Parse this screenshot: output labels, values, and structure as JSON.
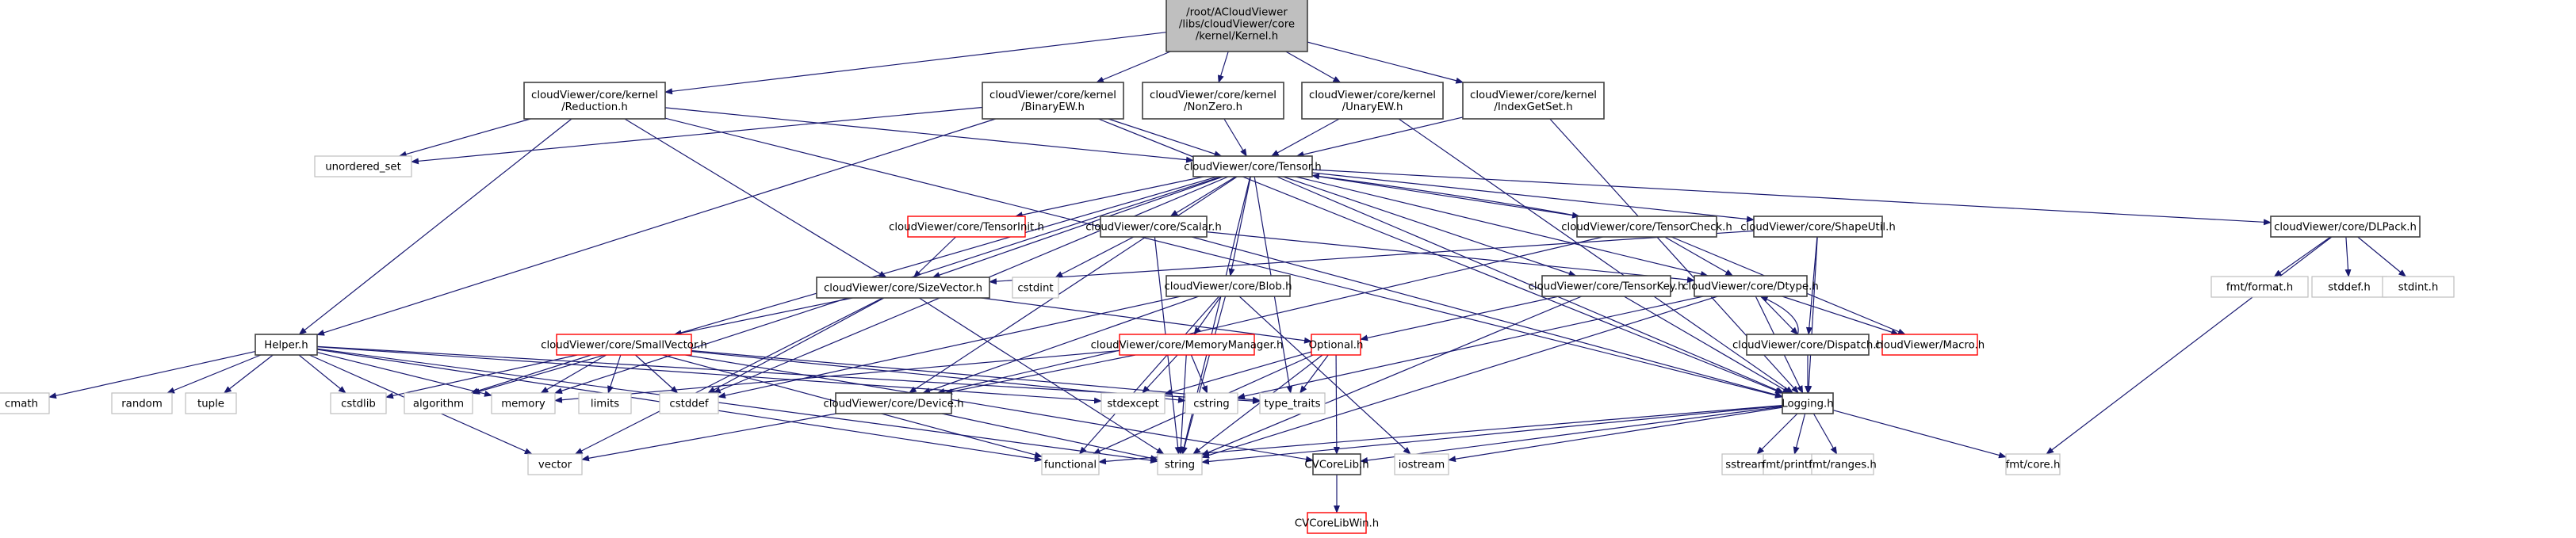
{
  "diagram": {
    "title": "Include dependency graph for Kernel.h",
    "colors": {
      "edge": "#191970",
      "root_fill": "#bfbfbf",
      "node_border": "#404040",
      "external_border": "#bfbfbf",
      "missing_border": "#ff0000",
      "node_fill": "#ffffff"
    },
    "nodes": [
      {
        "id": "kernel",
        "lines": [
          "/root/ACloudViewer",
          "/libs/cloudViewer/core",
          "/kernel/Kernel.h"
        ],
        "kind": "root"
      },
      {
        "id": "reduction",
        "lines": [
          "cloudViewer/core/kernel",
          "/Reduction.h"
        ],
        "kind": "internal"
      },
      {
        "id": "binaryew",
        "lines": [
          "cloudViewer/core/kernel",
          "/BinaryEW.h"
        ],
        "kind": "internal"
      },
      {
        "id": "nonzero",
        "lines": [
          "cloudViewer/core/kernel",
          "/NonZero.h"
        ],
        "kind": "internal"
      },
      {
        "id": "unaryew",
        "lines": [
          "cloudViewer/core/kernel",
          "/UnaryEW.h"
        ],
        "kind": "internal"
      },
      {
        "id": "indexgetset",
        "lines": [
          "cloudViewer/core/kernel",
          "/IndexGetSet.h"
        ],
        "kind": "internal"
      },
      {
        "id": "unordered_set",
        "lines": [
          "unordered_set"
        ],
        "kind": "external"
      },
      {
        "id": "tensor",
        "lines": [
          "cloudViewer/core/Tensor.h"
        ],
        "kind": "internal"
      },
      {
        "id": "tensorinit",
        "lines": [
          "cloudViewer/core/TensorInit.h"
        ],
        "kind": "missing"
      },
      {
        "id": "scalar",
        "lines": [
          "cloudViewer/core/Scalar.h"
        ],
        "kind": "internal"
      },
      {
        "id": "tensorcheck",
        "lines": [
          "cloudViewer/core/TensorCheck.h"
        ],
        "kind": "internal"
      },
      {
        "id": "shapeutil",
        "lines": [
          "cloudViewer/core/ShapeUtil.h"
        ],
        "kind": "internal"
      },
      {
        "id": "dlpack",
        "lines": [
          "cloudViewer/core/DLPack.h"
        ],
        "kind": "internal"
      },
      {
        "id": "sizevector",
        "lines": [
          "cloudViewer/core/SizeVector.h"
        ],
        "kind": "internal"
      },
      {
        "id": "cstdint",
        "lines": [
          "cstdint"
        ],
        "kind": "external"
      },
      {
        "id": "blob",
        "lines": [
          "cloudViewer/core/Blob.h"
        ],
        "kind": "internal"
      },
      {
        "id": "tensorkey",
        "lines": [
          "cloudViewer/core/TensorKey.h"
        ],
        "kind": "internal"
      },
      {
        "id": "dtype",
        "lines": [
          "cloudViewer/core/Dtype.h"
        ],
        "kind": "internal"
      },
      {
        "id": "fmt_format",
        "lines": [
          "fmt/format.h"
        ],
        "kind": "external"
      },
      {
        "id": "stddef_h",
        "lines": [
          "stddef.h"
        ],
        "kind": "external"
      },
      {
        "id": "stdint_h",
        "lines": [
          "stdint.h"
        ],
        "kind": "external"
      },
      {
        "id": "helper",
        "lines": [
          "Helper.h"
        ],
        "kind": "internal"
      },
      {
        "id": "smallvector",
        "lines": [
          "cloudViewer/core/SmallVector.h"
        ],
        "kind": "missing"
      },
      {
        "id": "memorymanager",
        "lines": [
          "cloudViewer/core/MemoryManager.h"
        ],
        "kind": "missing"
      },
      {
        "id": "optional",
        "lines": [
          "Optional.h"
        ],
        "kind": "missing"
      },
      {
        "id": "dispatch",
        "lines": [
          "cloudViewer/core/Dispatch.h"
        ],
        "kind": "internal"
      },
      {
        "id": "macro",
        "lines": [
          "cloudViewer/Macro.h"
        ],
        "kind": "missing"
      },
      {
        "id": "cmath",
        "lines": [
          "cmath"
        ],
        "kind": "external"
      },
      {
        "id": "random",
        "lines": [
          "random"
        ],
        "kind": "external"
      },
      {
        "id": "tuple",
        "lines": [
          "tuple"
        ],
        "kind": "external"
      },
      {
        "id": "cstdlib",
        "lines": [
          "cstdlib"
        ],
        "kind": "external"
      },
      {
        "id": "algorithm",
        "lines": [
          "algorithm"
        ],
        "kind": "external"
      },
      {
        "id": "memory",
        "lines": [
          "memory"
        ],
        "kind": "external"
      },
      {
        "id": "limits",
        "lines": [
          "limits"
        ],
        "kind": "external"
      },
      {
        "id": "cstddef",
        "lines": [
          "cstddef"
        ],
        "kind": "external"
      },
      {
        "id": "device",
        "lines": [
          "cloudViewer/core/Device.h"
        ],
        "kind": "internal"
      },
      {
        "id": "stdexcept",
        "lines": [
          "stdexcept"
        ],
        "kind": "external"
      },
      {
        "id": "cstring",
        "lines": [
          "cstring"
        ],
        "kind": "external"
      },
      {
        "id": "type_traits",
        "lines": [
          "type_traits"
        ],
        "kind": "external"
      },
      {
        "id": "logging",
        "lines": [
          "Logging.h"
        ],
        "kind": "internal"
      },
      {
        "id": "vector",
        "lines": [
          "vector"
        ],
        "kind": "external"
      },
      {
        "id": "functional",
        "lines": [
          "functional"
        ],
        "kind": "external"
      },
      {
        "id": "string",
        "lines": [
          "string"
        ],
        "kind": "external"
      },
      {
        "id": "cvcorelib",
        "lines": [
          "CVCoreLib.h"
        ],
        "kind": "internal"
      },
      {
        "id": "iostream",
        "lines": [
          "iostream"
        ],
        "kind": "external"
      },
      {
        "id": "sstream",
        "lines": [
          "sstream"
        ],
        "kind": "external"
      },
      {
        "id": "fmt_printf",
        "lines": [
          "fmt/printf.h"
        ],
        "kind": "external"
      },
      {
        "id": "fmt_ranges",
        "lines": [
          "fmt/ranges.h"
        ],
        "kind": "external"
      },
      {
        "id": "fmt_core",
        "lines": [
          "fmt/core.h"
        ],
        "kind": "external"
      },
      {
        "id": "cvcorelibwin",
        "lines": [
          "CVCoreLibWin.h"
        ],
        "kind": "missing"
      }
    ],
    "edges": [
      [
        "kernel",
        "reduction"
      ],
      [
        "kernel",
        "binaryew"
      ],
      [
        "kernel",
        "nonzero"
      ],
      [
        "kernel",
        "unaryew"
      ],
      [
        "kernel",
        "indexgetset"
      ],
      [
        "reduction",
        "unordered_set"
      ],
      [
        "reduction",
        "tensor"
      ],
      [
        "reduction",
        "helper"
      ],
      [
        "reduction",
        "sizevector"
      ],
      [
        "reduction",
        "logging"
      ],
      [
        "binaryew",
        "unordered_set"
      ],
      [
        "binaryew",
        "tensor"
      ],
      [
        "binaryew",
        "helper"
      ],
      [
        "binaryew",
        "logging"
      ],
      [
        "nonzero",
        "tensor"
      ],
      [
        "unaryew",
        "tensor"
      ],
      [
        "unaryew",
        "logging"
      ],
      [
        "indexgetset",
        "tensor"
      ],
      [
        "indexgetset",
        "logging"
      ],
      [
        "tensor",
        "tensorinit"
      ],
      [
        "tensor",
        "scalar"
      ],
      [
        "tensor",
        "tensorcheck"
      ],
      [
        "tensor",
        "shapeutil"
      ],
      [
        "tensor",
        "dlpack"
      ],
      [
        "tensor",
        "sizevector"
      ],
      [
        "tensor",
        "blob"
      ],
      [
        "tensor",
        "tensorkey"
      ],
      [
        "tensor",
        "dtype"
      ],
      [
        "tensor",
        "device"
      ],
      [
        "tensor",
        "algorithm"
      ],
      [
        "tensor",
        "cstddef"
      ],
      [
        "tensor",
        "memory"
      ],
      [
        "tensor",
        "string"
      ],
      [
        "tensor",
        "type_traits"
      ],
      [
        "tensor",
        "logging"
      ],
      [
        "tensorinit",
        "sizevector"
      ],
      [
        "scalar",
        "cstdint"
      ],
      [
        "scalar",
        "dtype"
      ],
      [
        "scalar",
        "logging"
      ],
      [
        "scalar",
        "string"
      ],
      [
        "tensorcheck",
        "dtype"
      ],
      [
        "tensorcheck",
        "device"
      ],
      [
        "tensorcheck",
        "macro"
      ],
      [
        "tensorcheck",
        "tensor"
      ],
      [
        "shapeutil",
        "sizevector"
      ],
      [
        "shapeutil",
        "dispatch"
      ],
      [
        "shapeutil",
        "logging"
      ],
      [
        "dlpack",
        "fmt_format"
      ],
      [
        "dlpack",
        "stddef_h"
      ],
      [
        "dlpack",
        "stdint_h"
      ],
      [
        "dlpack",
        "fmt_core"
      ],
      [
        "sizevector",
        "smallvector"
      ],
      [
        "sizevector",
        "optional"
      ],
      [
        "sizevector",
        "cstddef"
      ],
      [
        "sizevector",
        "vector"
      ],
      [
        "sizevector",
        "string"
      ],
      [
        "blob",
        "memorymanager"
      ],
      [
        "blob",
        "device"
      ],
      [
        "blob",
        "cstddef"
      ],
      [
        "blob",
        "functional"
      ],
      [
        "blob",
        "string"
      ],
      [
        "blob",
        "iostream"
      ],
      [
        "tensorkey",
        "optional"
      ],
      [
        "tensorkey",
        "logging"
      ],
      [
        "tensorkey",
        "string"
      ],
      [
        "dtype",
        "dispatch"
      ],
      [
        "dtype",
        "macro"
      ],
      [
        "dtype",
        "logging"
      ],
      [
        "dtype",
        "cstring"
      ],
      [
        "dtype",
        "string"
      ],
      [
        "dispatch",
        "dtype"
      ],
      [
        "dispatch",
        "logging"
      ],
      [
        "helper",
        "cmath"
      ],
      [
        "helper",
        "random"
      ],
      [
        "helper",
        "tuple"
      ],
      [
        "helper",
        "cstdlib"
      ],
      [
        "helper",
        "memory"
      ],
      [
        "helper",
        "stdexcept"
      ],
      [
        "helper",
        "type_traits"
      ],
      [
        "helper",
        "vector"
      ],
      [
        "helper",
        "functional"
      ],
      [
        "helper",
        "string"
      ],
      [
        "smallvector",
        "algorithm"
      ],
      [
        "smallvector",
        "memory"
      ],
      [
        "smallvector",
        "limits"
      ],
      [
        "smallvector",
        "cstddef"
      ],
      [
        "smallvector",
        "cstdlib"
      ],
      [
        "smallvector",
        "cstring"
      ],
      [
        "smallvector",
        "type_traits"
      ],
      [
        "smallvector",
        "functional"
      ],
      [
        "smallvector",
        "cvcorelib"
      ],
      [
        "memorymanager",
        "device"
      ],
      [
        "memorymanager",
        "memory"
      ],
      [
        "memorymanager",
        "stdexcept"
      ],
      [
        "memorymanager",
        "cstring"
      ],
      [
        "memorymanager",
        "string"
      ],
      [
        "optional",
        "stdexcept"
      ],
      [
        "optional",
        "type_traits"
      ],
      [
        "optional",
        "functional"
      ],
      [
        "optional",
        "string"
      ],
      [
        "optional",
        "cvcorelib"
      ],
      [
        "device",
        "vector"
      ],
      [
        "device",
        "string"
      ],
      [
        "logging",
        "functional"
      ],
      [
        "logging",
        "string"
      ],
      [
        "logging",
        "cvcorelib"
      ],
      [
        "logging",
        "iostream"
      ],
      [
        "logging",
        "sstream"
      ],
      [
        "logging",
        "fmt_printf"
      ],
      [
        "logging",
        "fmt_ranges"
      ],
      [
        "logging",
        "fmt_core"
      ],
      [
        "cvcorelib",
        "cvcorelibwin"
      ]
    ]
  }
}
